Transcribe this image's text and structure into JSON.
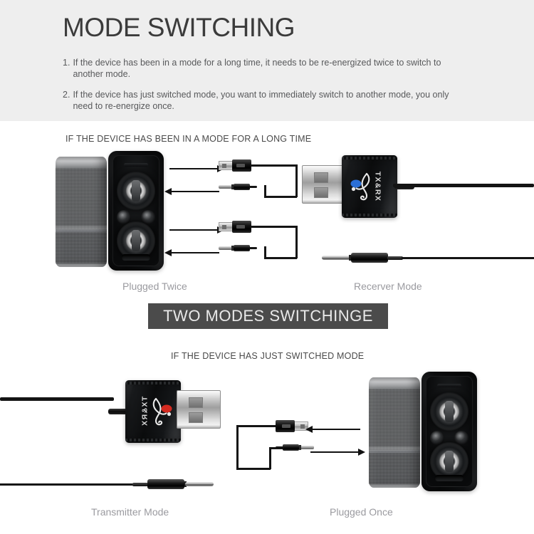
{
  "header": {
    "title": "MODE SWITCHING",
    "bullets": [
      {
        "num": "1.",
        "text": "If the device has been in a mode for a long time, it needs to be re-energized twice to switch to another mode."
      },
      {
        "num": "2.",
        "text": "If the device has just switched mode, you want to immediately switch to another mode, you only need to re-energize once."
      }
    ]
  },
  "sections": {
    "top_heading": "IF THE DEVICE HAS BEEN IN A MODE FOR A LONG TIME",
    "bottom_heading": "IF THE DEVICE HAS JUST SWITCHED MODE"
  },
  "banner": {
    "text": "TWO MODES SWITCHINGE"
  },
  "captions": {
    "plugged_twice": "Plugged Twice",
    "receiver_mode": "Recerver Mode",
    "transmitter_mode": "Transmitter Mode",
    "plugged_once": "Plugged Once"
  },
  "device": {
    "label_top": "TX&RX",
    "label_bottom": "XR&XT",
    "accent_top": "#2b6fd6",
    "accent_bottom": "#d42a20"
  },
  "colors": {
    "header_background": "#eeeeee",
    "title_text": "#3b3b3b",
    "body_text": "#58595b",
    "section_heading": "#4a4a4a",
    "banner_background": "#4b4b4b",
    "banner_text": "#e9e9e9",
    "caption_text": "#9a9a9f",
    "page_background": "#ffffff"
  }
}
